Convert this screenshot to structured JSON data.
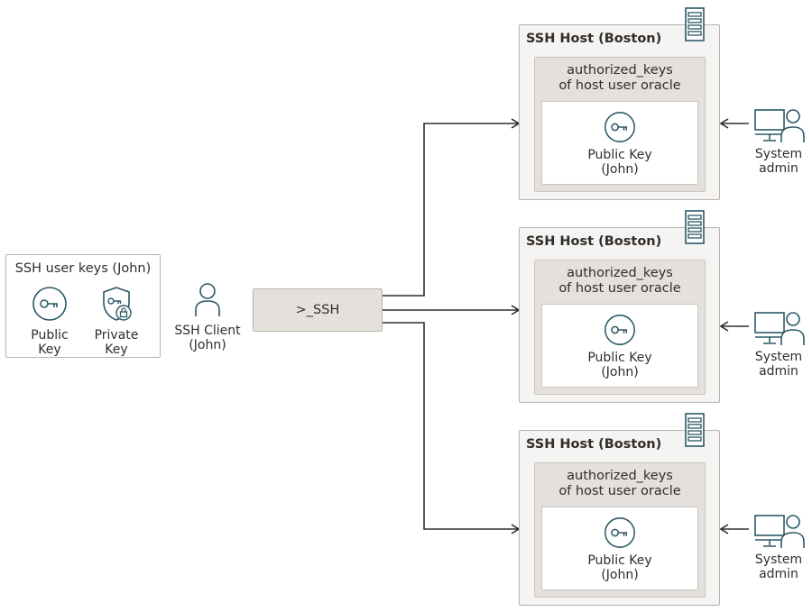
{
  "colors": {
    "icon": "#2c5967",
    "text": "#312d2a",
    "line": "#312d2a",
    "host_fill": "#f5f4f2",
    "panel_fill": "#e4e1dc",
    "border": "#b8b3ad"
  },
  "user_keys": {
    "title": "SSH user keys (John)",
    "public": {
      "label_line1": "Public",
      "label_line2": "Key",
      "icon": "key-icon"
    },
    "private": {
      "label_line1": "Private",
      "label_line2": "Key",
      "icon": "key-lock-shield-icon"
    }
  },
  "client": {
    "label_line1": "SSH Client",
    "label_line2": "(John)",
    "icon": "user-icon"
  },
  "ssh": {
    "label": ">_SSH"
  },
  "hosts": [
    {
      "title": "SSH Host (Boston)",
      "auth_line1": "authorized_keys",
      "auth_line2": "of host user oracle",
      "key_line1": "Public Key",
      "key_line2": "(John)",
      "admin_line1": "System",
      "admin_line2": "admin"
    },
    {
      "title": "SSH Host (Boston)",
      "auth_line1": "authorized_keys",
      "auth_line2": "of host user oracle",
      "key_line1": "Public Key",
      "key_line2": "(John)",
      "admin_line1": "System",
      "admin_line2": "admin"
    },
    {
      "title": "SSH Host (Boston)",
      "auth_line1": "authorized_keys",
      "auth_line2": "of host user oracle",
      "key_line1": "Public Key",
      "key_line2": "(John)",
      "admin_line1": "System",
      "admin_line2": "admin"
    }
  ]
}
